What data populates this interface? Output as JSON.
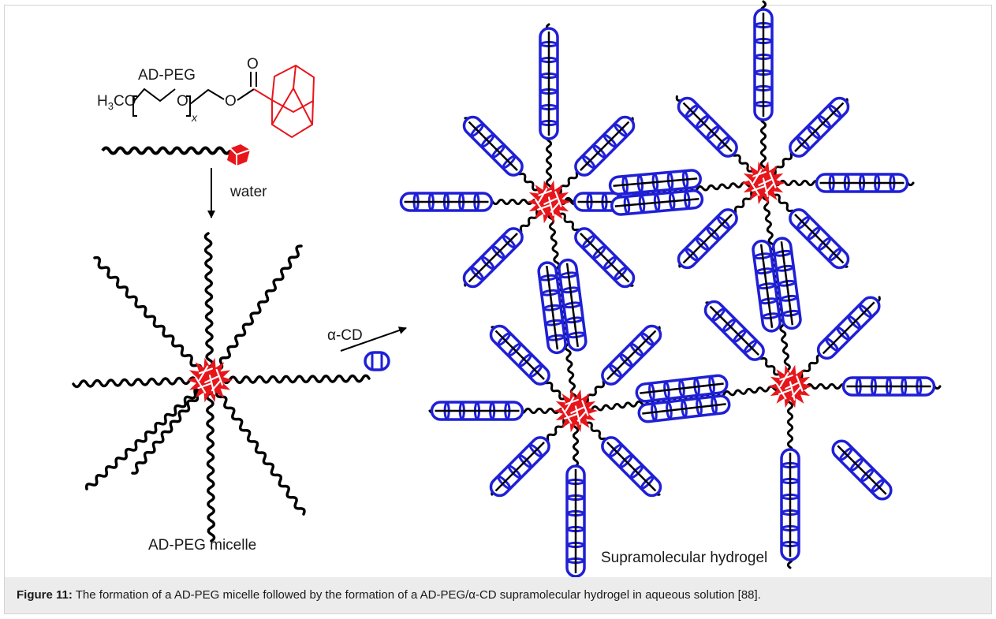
{
  "diagram": {
    "adpeg_label": "AD-PEG",
    "formula": {
      "h": "H",
      "sub3": "3",
      "co": "CO",
      "o1": "O",
      "x": "x",
      "o2": "O",
      "carbonyl_o": "O"
    },
    "water_label": "water",
    "micelle_label": "AD-PEG micelle",
    "alpha_cd_label": "α-CD",
    "hydrogel_label": "Supramolecular hydrogel",
    "colors": {
      "cyclodextrin": "#1f1fd6",
      "adamantane": "#e8151b",
      "chain": "#000000"
    }
  },
  "caption": {
    "figure_label": "Figure 11:",
    "text": " The formation of a AD-PEG micelle followed by the formation of a AD-PEG/α-CD supramolecular hydrogel in aqueous solution [88]."
  }
}
